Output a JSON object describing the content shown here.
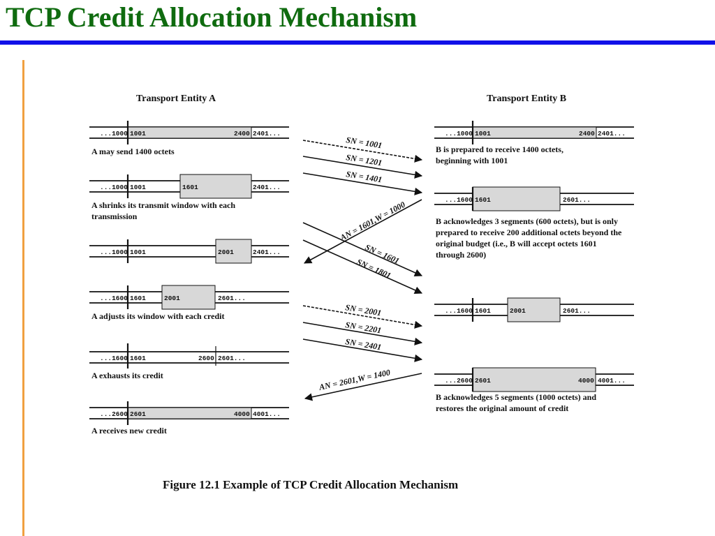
{
  "title": "TCP Credit Allocation Mechanism",
  "colors": {
    "title": "#0f6b0f",
    "rule": "#1010e8",
    "side_rule": "#f0a040",
    "window_fill": "#d8d8d8"
  },
  "figure": {
    "caption": "Figure 12.1 Example of TCP Credit Allocation Mechanism",
    "entity_a": {
      "header": "Transport Entity A",
      "states": [
        {
          "labels": [
            "...1000",
            "1001",
            "2400",
            "2401..."
          ],
          "caption_lines": [
            "A may send 1400 octets"
          ]
        },
        {
          "labels": [
            "...1000",
            "1001",
            "1601",
            "2401..."
          ],
          "caption_lines": [
            "A shrinks its transmit window with each",
            "transmission"
          ]
        },
        {
          "labels": [
            "...1000",
            "1001",
            "2001",
            "2401..."
          ],
          "caption_lines": []
        },
        {
          "labels": [
            "...1600",
            "1601",
            "2001",
            "2601..."
          ],
          "caption_lines": [
            "A adjusts its window with each credit"
          ]
        },
        {
          "labels": [
            "...1600",
            "1601",
            "2600",
            "2601..."
          ],
          "caption_lines": [
            "A exhausts its credit"
          ]
        },
        {
          "labels": [
            "...2600",
            "2601",
            "4000",
            "4001..."
          ],
          "caption_lines": [
            "A receives new credit"
          ]
        }
      ]
    },
    "entity_b": {
      "header": "Transport Entity B",
      "states": [
        {
          "labels": [
            "...1000",
            "1001",
            "2400",
            "2401..."
          ],
          "caption_lines": [
            "B is prepared to receive 1400 octets,",
            "beginning with 1001"
          ]
        },
        {
          "labels": [
            "...1600",
            "1601",
            "2601..."
          ],
          "caption_lines": [
            "B acknowledges 3 segments (600 octets), but is only",
            "prepared to receive 200 additional octets beyond the",
            "original budget (i.e., B will accept octets 1601",
            "through 2600)"
          ]
        },
        {
          "labels": [
            "...1600",
            "1601",
            "2001",
            "2601..."
          ],
          "caption_lines": []
        },
        {
          "labels": [
            "...2600",
            "2601",
            "4000",
            "4001..."
          ],
          "caption_lines": [
            "B acknowledges 5 segments (1000 octets) and",
            "restores the original amount of credit"
          ]
        }
      ]
    },
    "messages": [
      {
        "text": "SN = 1001",
        "direction": "A-to-B"
      },
      {
        "text": "SN = 1201",
        "direction": "A-to-B"
      },
      {
        "text": "SN = 1401",
        "direction": "A-to-B"
      },
      {
        "text": "AN = 1601,W = 1000",
        "direction": "B-to-A"
      },
      {
        "text": "SN = 1601",
        "direction": "A-to-B"
      },
      {
        "text": "SN = 1801",
        "direction": "A-to-B"
      },
      {
        "text": "SN = 2001",
        "direction": "A-to-B"
      },
      {
        "text": "SN = 2201",
        "direction": "A-to-B"
      },
      {
        "text": "SN = 2401",
        "direction": "A-to-B"
      },
      {
        "text": "AN = 2601,W = 1400",
        "direction": "B-to-A"
      }
    ]
  }
}
